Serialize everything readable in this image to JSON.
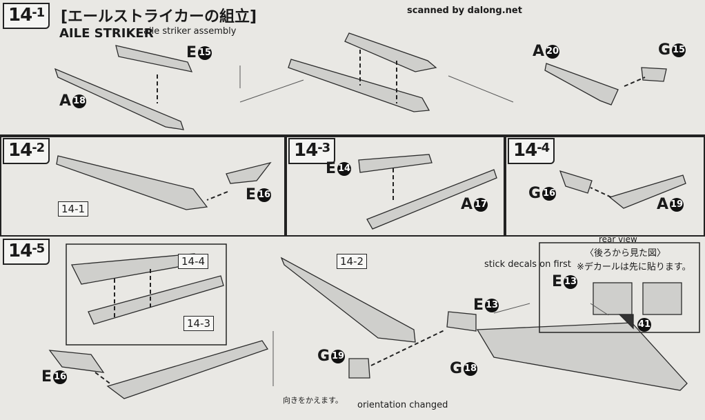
{
  "scan_credit": "scanned by dalong.net",
  "header": {
    "step": "14",
    "sub": "-1",
    "title_jp": "[エールストライカーの組立]",
    "title_en": "AILE STRIKER",
    "subtitle": "aile striker assembly"
  },
  "steps": {
    "s2": {
      "step": "14",
      "sub": "-2"
    },
    "s3": {
      "step": "14",
      "sub": "-3"
    },
    "s4": {
      "step": "14",
      "sub": "-4"
    },
    "s5": {
      "step": "14",
      "sub": "-5"
    }
  },
  "parts": {
    "p1_e": {
      "letter": "E",
      "num": "15"
    },
    "p1_a": {
      "letter": "A",
      "num": "18"
    },
    "p1_a20": {
      "letter": "A",
      "num": "20"
    },
    "p1_g15": {
      "letter": "G",
      "num": "15"
    },
    "p2_e": {
      "letter": "E",
      "num": "16"
    },
    "p3_e": {
      "letter": "E",
      "num": "14"
    },
    "p3_a": {
      "letter": "A",
      "num": "17"
    },
    "p4_g": {
      "letter": "G",
      "num": "16"
    },
    "p4_a": {
      "letter": "A",
      "num": "19"
    },
    "p5_e16": {
      "letter": "E",
      "num": "16"
    },
    "p5_g19": {
      "letter": "G",
      "num": "19"
    },
    "p5_e13": {
      "letter": "E",
      "num": "13"
    },
    "p5_g18": {
      "letter": "G",
      "num": "18"
    },
    "p5_e13b": {
      "letter": "E",
      "num": "13"
    },
    "decal": {
      "num": "41"
    }
  },
  "refs": {
    "r1": {
      "step": "14",
      "sub": "-1"
    },
    "r2": {
      "step": "14",
      "sub": "-4"
    },
    "r3": {
      "step": "14",
      "sub": "-3"
    },
    "r4": {
      "step": "14",
      "sub": "-2"
    }
  },
  "notes": {
    "rear_view_en": "rear view",
    "rear_view_jp": "〈後ろから見た図〉",
    "decal_first_en": "stick decals on first",
    "decal_first_jp": "※デカールは先に貼ります。",
    "orientation_jp": "向きをかえます。",
    "orientation_en": "orientation changed"
  }
}
